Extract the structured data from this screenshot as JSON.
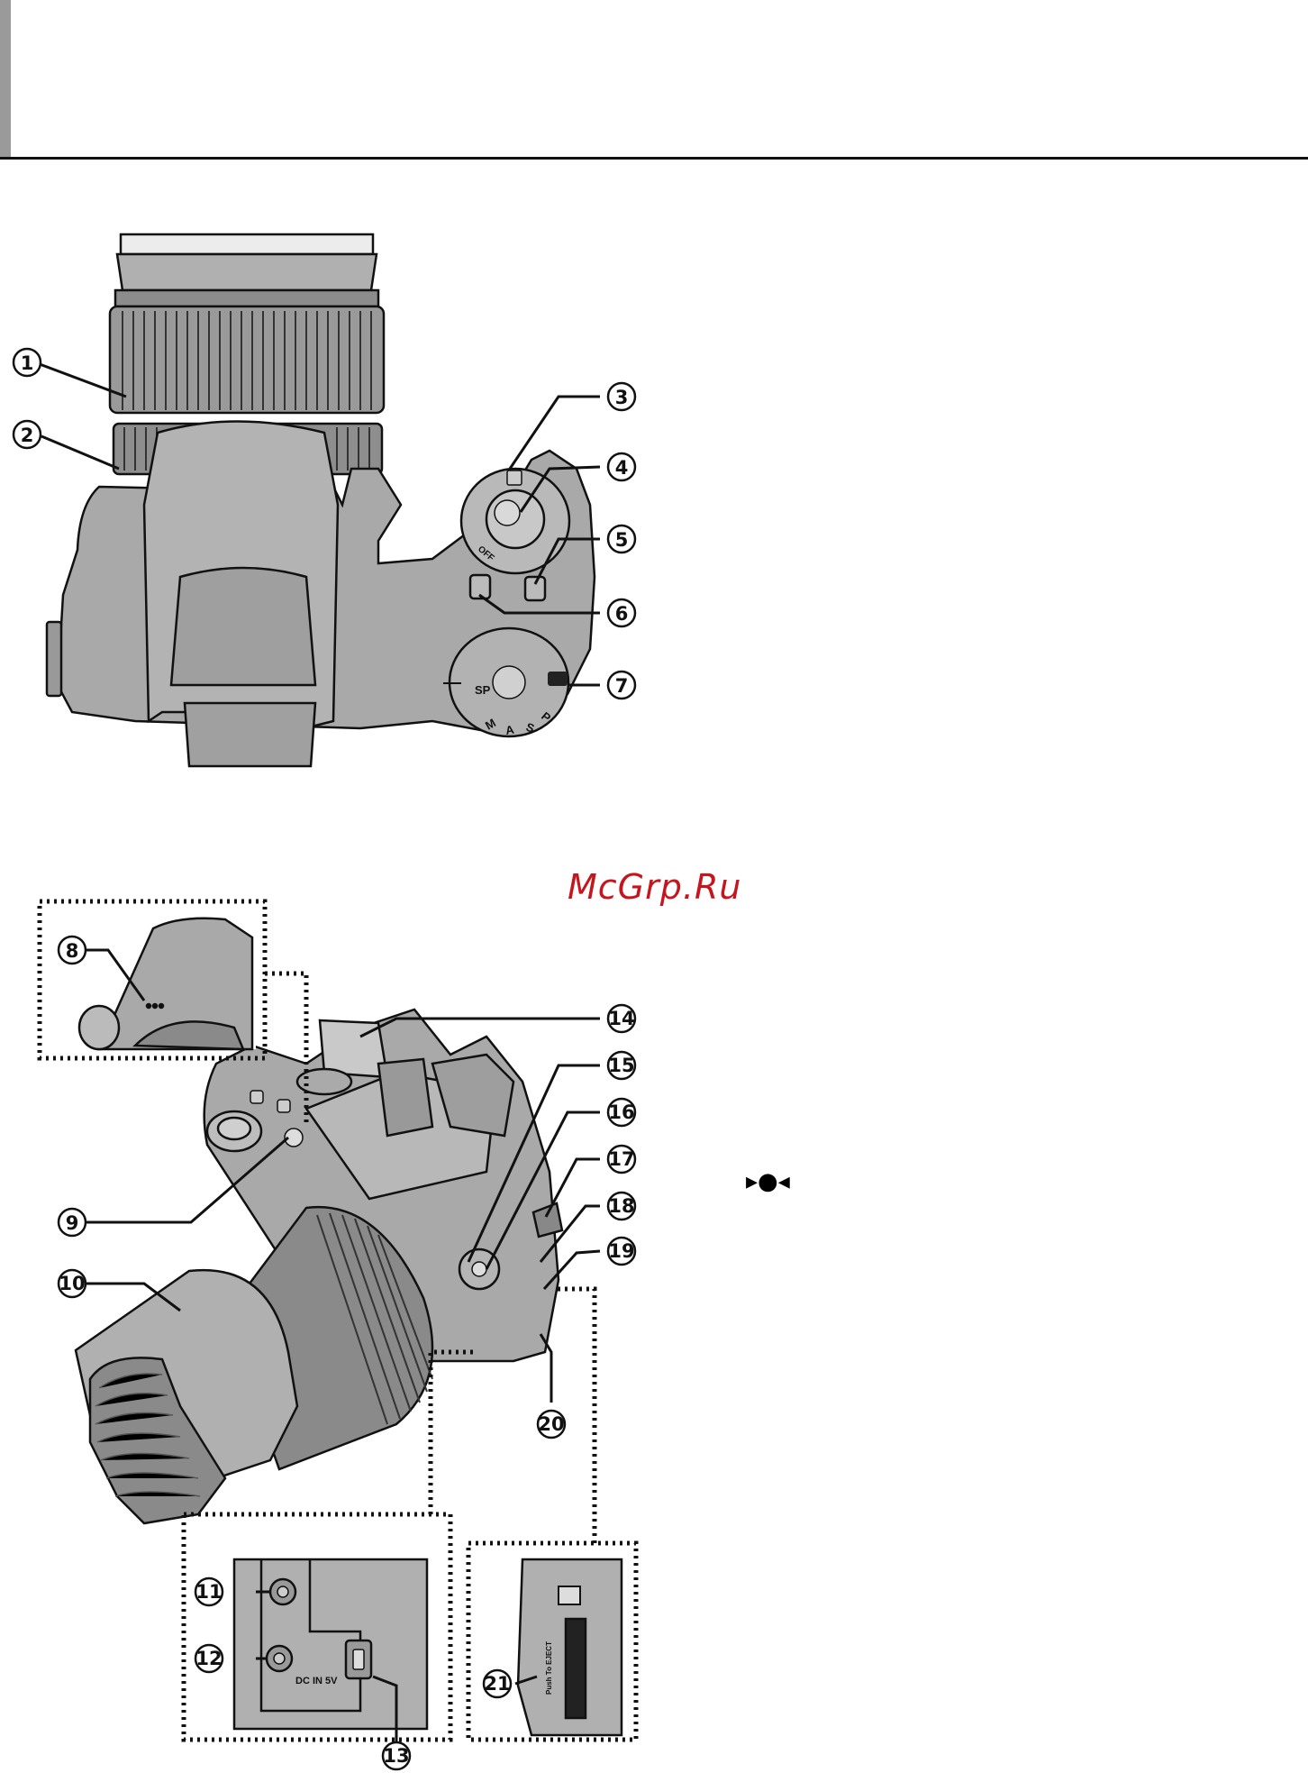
{
  "watermark": "McGrp.Ru",
  "focus_symbol": "▸●◂",
  "callouts": [
    "1",
    "2",
    "3",
    "4",
    "5",
    "6",
    "7",
    "8",
    "9",
    "10",
    "11",
    "12",
    "13",
    "14",
    "15",
    "16",
    "17",
    "18",
    "19",
    "20",
    "21"
  ],
  "mode_dial": {
    "labels": [
      "SP",
      "M",
      "A",
      "S",
      "P"
    ],
    "power_off": "OFF",
    "highlighted": "AUTO"
  },
  "ports": {
    "dc_in_label": "DC IN 5V"
  },
  "card_slot": {
    "label": "Push To EJECT"
  },
  "colors": {
    "body": "#a9a9a9",
    "outline": "#111111",
    "watermark": "#c4161c",
    "header_bar": "#9a9a9a"
  }
}
